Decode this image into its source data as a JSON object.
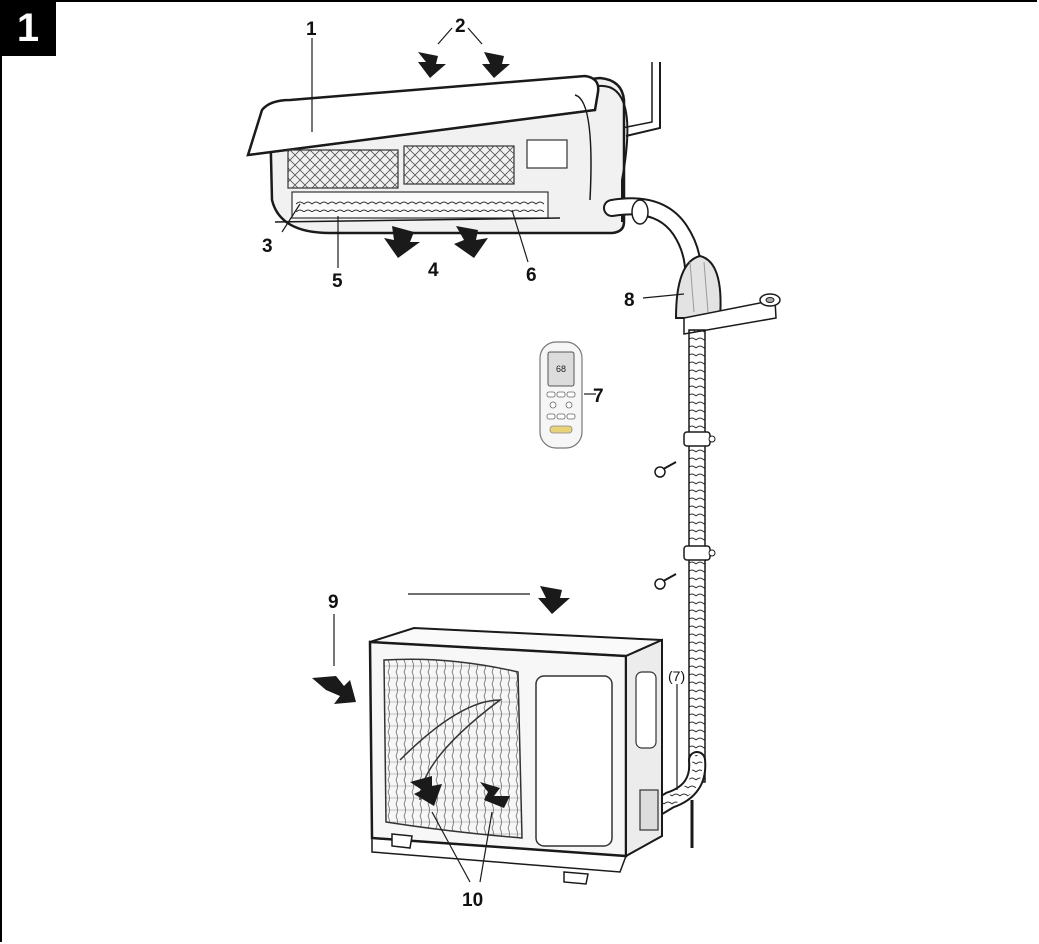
{
  "figure": {
    "number": "1"
  },
  "callouts": {
    "c1": "1",
    "c2": "2",
    "c3": "3",
    "c4": "4",
    "c5": "5",
    "c6": "6",
    "c7": "7",
    "c8": "8",
    "c9": "9",
    "c10": "10",
    "c7_paren": "(7)"
  },
  "remote": {
    "display": "68"
  },
  "icons": {
    "airflow": "airflow-arrow-icon",
    "screw": "screw-icon",
    "clip": "pipe-clip-icon"
  },
  "colors": {
    "line": "#1a1a1a",
    "shade": "#d9d9d9",
    "panel": "#f4f4f4",
    "remote_button": "#e8d27a"
  }
}
